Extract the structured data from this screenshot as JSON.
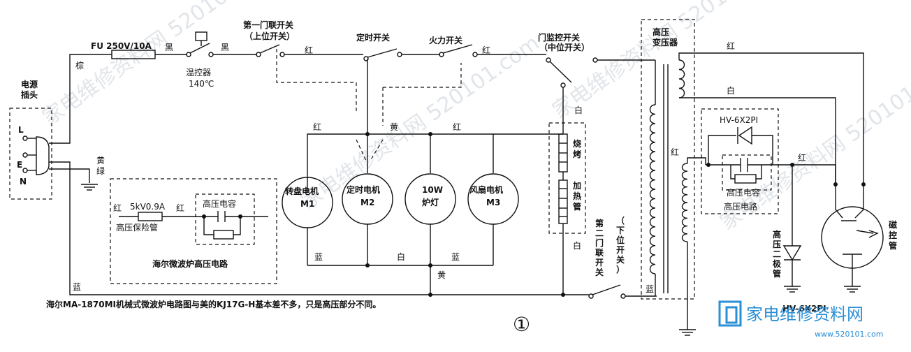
{
  "labels": {
    "plug_title": "电源\n插头",
    "plug_L": "L",
    "plug_E": "E",
    "plug_N": "N",
    "fuse": "FU 250V/10A",
    "brown": "棕",
    "black1": "黑",
    "black2": "黑",
    "thermostat": "温控器",
    "thermo_temp": "140℃",
    "door_sw1": "第一门联开关",
    "door_sw1_sub": "（上位开关）",
    "red_a": "红",
    "timer_sw": "定时开关",
    "power_sw": "火力开关",
    "red_b": "红",
    "monitor_sw": "门监控开关",
    "monitor_sw_sub": "（中位开关）",
    "hv_transformer": "高压\n变压器",
    "red_c": "红",
    "white_a": "白",
    "yellow_green": "黄\n绿",
    "red_d": "红",
    "yellow_a": "黄",
    "red_e": "红",
    "white_b": "白",
    "turntable_motor": "转盘电机",
    "turntable_m": "M1",
    "timer_motor": "定时电机",
    "timer_m": "M2",
    "lamp": "10W",
    "lamp_name": "炉灯",
    "fan_motor": "风扇电机",
    "fan_m": "M3",
    "heater_a": "烧\n烤",
    "heater_b": "加\n热\n管",
    "hv_diode_top": "HV-6X2PI",
    "red_f": "红",
    "red_g": "红",
    "hv_cap_right": "高压电容",
    "hv_circuit_right": "高压电路",
    "magnetron": "磁\n控\n管",
    "hv_diode_v": "高\n压\n二\n极\n管",
    "hv_diode_bottom": "HV-6X2PI",
    "white_c": "白",
    "door_sw2": "第\n二\n门\n联\n开\n关",
    "door_sw2_sub": "（\n下\n位\n开\n关\n）",
    "blue_a": "蓝",
    "white_d": "白",
    "blue_b": "蓝",
    "yellow_b": "黄",
    "blue_c": "蓝",
    "blue_d": "蓝",
    "red_h": "红",
    "fuse_hv": "5kV0.9A",
    "red_i": "红",
    "hv_fuse_name": "高压保险管",
    "hv_cap_left": "高压电容",
    "haier_circuit": "海尔微波炉高压电路",
    "caption": "海尔MA-1870MI机械式微波炉电路图与美的KJ17G-H基本差不多，只是高压部分不同。",
    "figure_no": "①",
    "logo_text": "家电维修资料网",
    "logo_url": "www.520101.com"
  },
  "watermark": "家电维修资料网 520101.com",
  "colors": {
    "line": "#111111",
    "logo": "#2a8fd6",
    "watermark": "#c9d0d8"
  }
}
